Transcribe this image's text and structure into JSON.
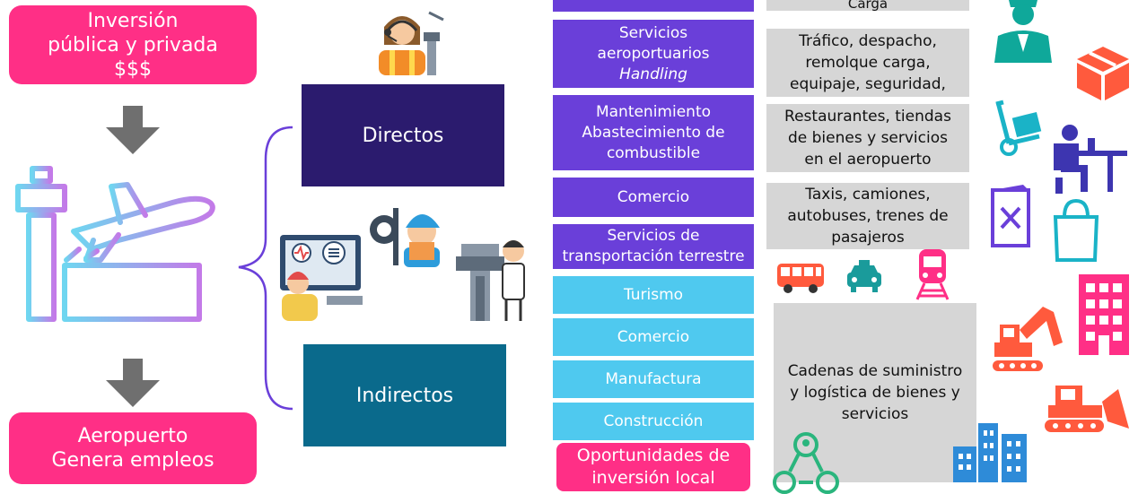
{
  "left": {
    "investment": "Inversión\npública y privada\n$$$",
    "airport": "Aeropuerto\nGenera empleos"
  },
  "middle": {
    "direct": "Directos",
    "indirect": "Indirectos"
  },
  "services": {
    "handling_line1": "Servicios\naeroportuarios",
    "handling_line2": "Handling",
    "maintenance": "Mantenimiento\nAbastecimiento de\ncombustible",
    "commerce": "Comercio",
    "transport": "Servicios de\ntransportación terrestre"
  },
  "sectors": {
    "tourism": "Turismo",
    "commerce": "Comercio",
    "manufacturing": "Manufactura",
    "construction": "Construcción"
  },
  "opportunities": "Oportunidades de\ninversión local",
  "descriptions": {
    "cargo": "Carga",
    "traffic": "Tráfico, despacho,\nremolque carga,\nequipaje, seguridad,",
    "restaurants": "Restaurantes, tiendas\nde bienes y servicios\nen el aeropuerto",
    "taxis": "Taxis, camiones,\nautobuses, trenes de\npasajeros",
    "supply": "Cadenas de suministro\ny logística de bienes y\nservicios"
  }
}
